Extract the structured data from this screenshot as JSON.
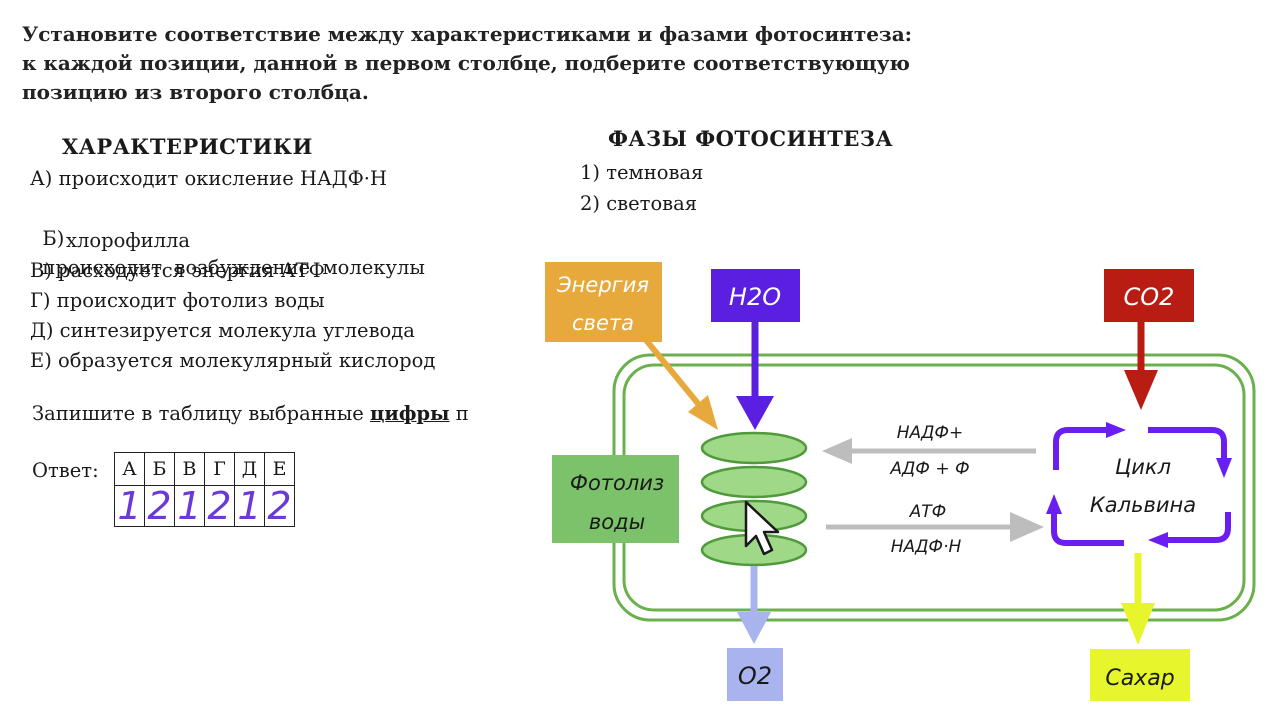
{
  "task": {
    "lines": [
      "Установите соответствие между характеристиками и фазами фотосинтеза:",
      "к каждой позиции, данной в первом столбце, подберите соответствующую",
      "позицию из второго столбца."
    ]
  },
  "characteristics": {
    "title": "ХАРАКТЕРИСТИКИ",
    "items": [
      {
        "key": "А)",
        "text": "происходит окисление НАДФ·Н"
      },
      {
        "key": "Б)",
        "text": "происходит  возбуждение  молекулы"
      },
      {
        "key": "",
        "text": "хлорофилла"
      },
      {
        "key": "В)",
        "text": "расходуется энергия АТФ"
      },
      {
        "key": "Г)",
        "text": "происходит фотолиз воды"
      },
      {
        "key": "Д)",
        "text": "синтезируется молекула углевода"
      },
      {
        "key": "Е)",
        "text": "образуется молекулярный кислород"
      }
    ]
  },
  "phases": {
    "title": "ФАЗЫ ФОТОСИНТЕЗА",
    "items": [
      {
        "key": "1)",
        "text": "темновая"
      },
      {
        "key": "2)",
        "text": "световая"
      }
    ]
  },
  "write": {
    "prefix": "Запишите в таблицу выбранные ",
    "strong": "цифры",
    "suffix": " п"
  },
  "answer": {
    "label": "Ответ:",
    "letters": [
      "А",
      "Б",
      "В",
      "Г",
      "Д",
      "Е"
    ],
    "values": [
      "1",
      "2",
      "1",
      "2",
      "1",
      "2"
    ]
  },
  "diagram": {
    "light_energy": "Энергия\nсвета",
    "h2o": "H2O",
    "co2": "CO2",
    "photolysis": "Фотолиз\nводы",
    "nadp_plus": "НАДФ+",
    "adp_p": "АДФ + Ф",
    "atp": "АТФ",
    "nadph": "НАДФ·Н",
    "calvin": "Цикл\nКальвина",
    "o2": "O2",
    "sugar": "Сахар"
  },
  "colors": {
    "orange": "#e8a93c",
    "purple": "#5a1fe0",
    "red": "#b81c12",
    "green_box": "#7cc26a",
    "green_border": "#6ab04c",
    "thylakoid": "#9fd887",
    "lavender": "#a9b3ee",
    "yellow": "#e6f52c",
    "calvin_purple": "#6a1ff0",
    "gray": "#bdbdbd"
  }
}
